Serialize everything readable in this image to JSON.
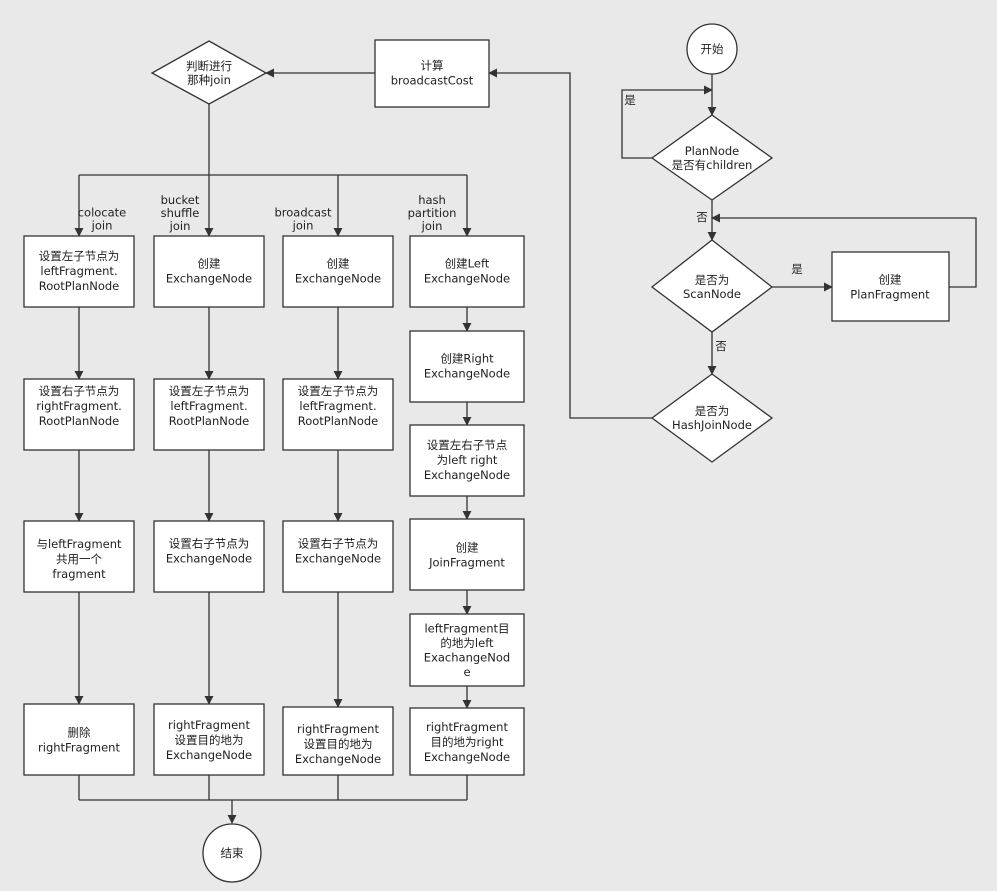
{
  "nodes": {
    "start": "开始",
    "end": "结束",
    "has_children": [
      "PlanNode",
      "是否有children"
    ],
    "is_scan": [
      "是否为",
      "ScanNode"
    ],
    "is_hashjoin": [
      "是否为",
      "HashJoinNode"
    ],
    "create_plan_fragment": [
      "创建",
      "PlanFragment"
    ],
    "compute_broadcast": [
      "计算",
      "broadcastCost"
    ],
    "judge_join": [
      "判断进行",
      "那种join"
    ],
    "c1": [
      "设置左子节点为",
      "leftFragment.",
      "RootPlanNode"
    ],
    "c2": [
      "设置右子节点为",
      "rightFragment.",
      "RootPlanNode"
    ],
    "c3": [
      "与leftFragment",
      "共用一个",
      "fragment"
    ],
    "c4": [
      "删除",
      "rightFragment"
    ],
    "b1": [
      "创建",
      "ExchangeNode"
    ],
    "b2": [
      "设置左子节点为",
      "leftFragment.",
      "RootPlanNode"
    ],
    "b3": [
      "设置右子节点为",
      "ExchangeNode"
    ],
    "b4": [
      "rightFragment",
      "设置目的地为",
      "ExchangeNode"
    ],
    "d1": [
      "创建",
      "ExchangeNode"
    ],
    "d2": [
      "设置左子节点为",
      "leftFragment.",
      "RootPlanNode"
    ],
    "d3": [
      "设置右子节点为",
      "ExchangeNode"
    ],
    "d4": [
      "rightFragment",
      "设置目的地为",
      "ExchangeNode"
    ],
    "h1": [
      "创建Left",
      "ExchangeNode"
    ],
    "h2": [
      "创建Right",
      "ExchangeNode"
    ],
    "h3": [
      "设置左右子节点",
      "为left right",
      "ExchangeNode"
    ],
    "h4": [
      "创建",
      "JoinFragment"
    ],
    "h5": [
      "leftFragment目",
      "的地为left",
      "ExachangeNod",
      "e"
    ],
    "h6": [
      "rightFragment",
      "目的地为right",
      "ExchangeNode"
    ]
  },
  "edge_labels": {
    "yes_loop": "是",
    "no_children": "否",
    "yes_scan": "是",
    "no_scan": "否",
    "colocate": [
      "colocate",
      "join"
    ],
    "bucket": [
      "bucket",
      "shuffle",
      "join"
    ],
    "broadcast": [
      "broadcast",
      "join"
    ],
    "hash": [
      "hash",
      "partition",
      "join"
    ]
  }
}
